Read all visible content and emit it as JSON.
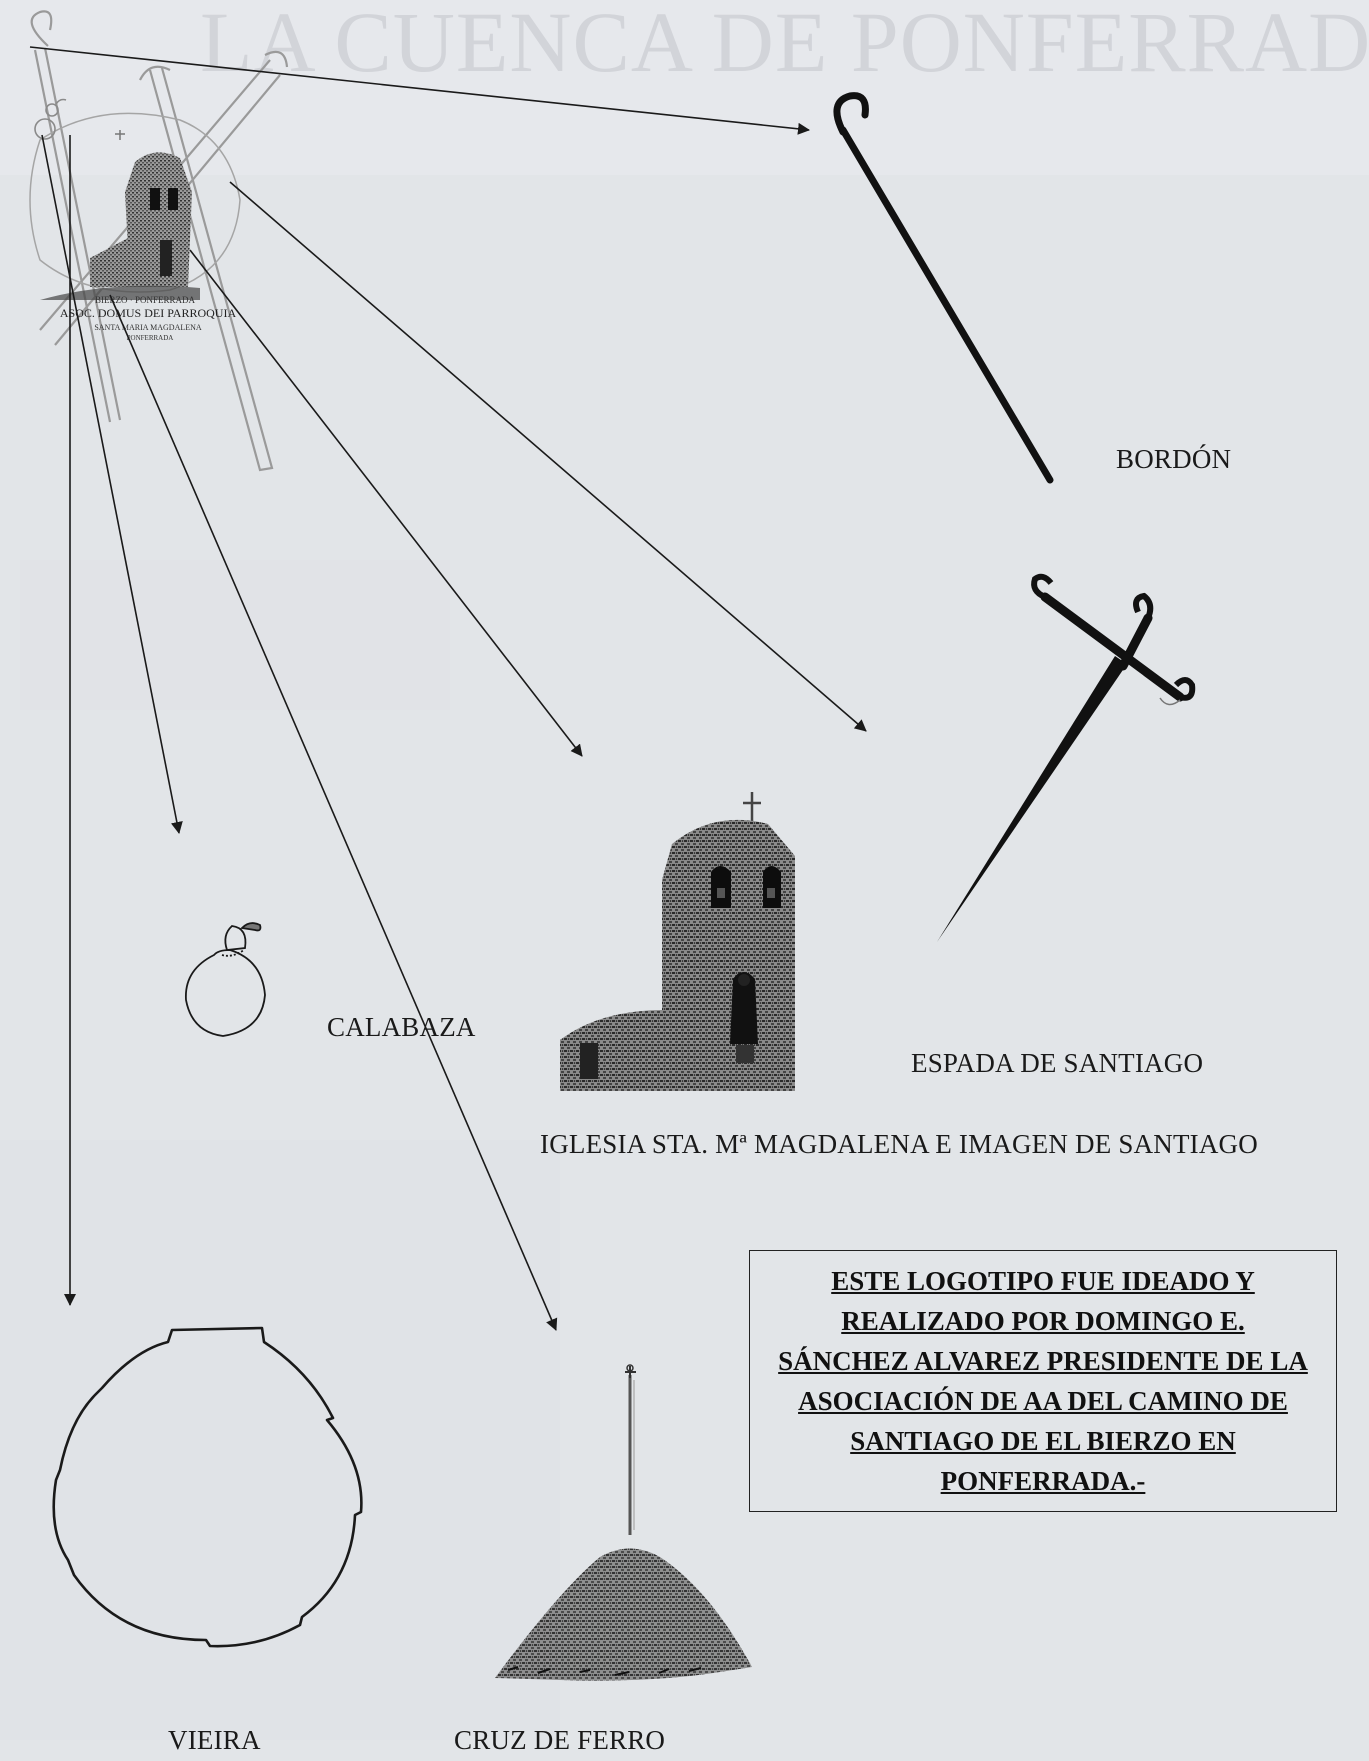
{
  "background_heading": "LA CUENCA DE PONFERRADA",
  "logo": {
    "text_lines": [
      "BIERZO · PONFERRADA",
      "ASOC. DOMUS DEI PARROQUIA",
      "SANTA MARIA MAGDALENA",
      "PONFERRADA"
    ]
  },
  "labels": {
    "bordon": "BORDÓN",
    "calabaza": "CALABAZA",
    "espada": "ESPADA DE SANTIAGO",
    "iglesia": "IGLESIA STA. Mª MAGDALENA E IMAGEN DE SANTIAGO",
    "vieira": "VIEIRA",
    "cruz": "CRUZ DE FERRO"
  },
  "note": "ESTE LOGOTIPO FUE IDEADO Y REALIZADO POR DOMINGO E. SÁNCHEZ ALVAREZ PRESIDENTE DE LA ASOCIACIÓN DE AA DEL CAMINO DE SANTIAGO DE EL BIERZO EN PONFERRADA.-",
  "colors": {
    "background": "#e6e8ec",
    "ink": "#1a1a1a",
    "stone": "#3a3a3a"
  },
  "icons": [
    "pilgrim-staff-icon",
    "santiago-sword-icon",
    "gourd-icon",
    "church-icon",
    "scallop-shell-icon",
    "iron-cross-icon",
    "arrow-icon"
  ]
}
